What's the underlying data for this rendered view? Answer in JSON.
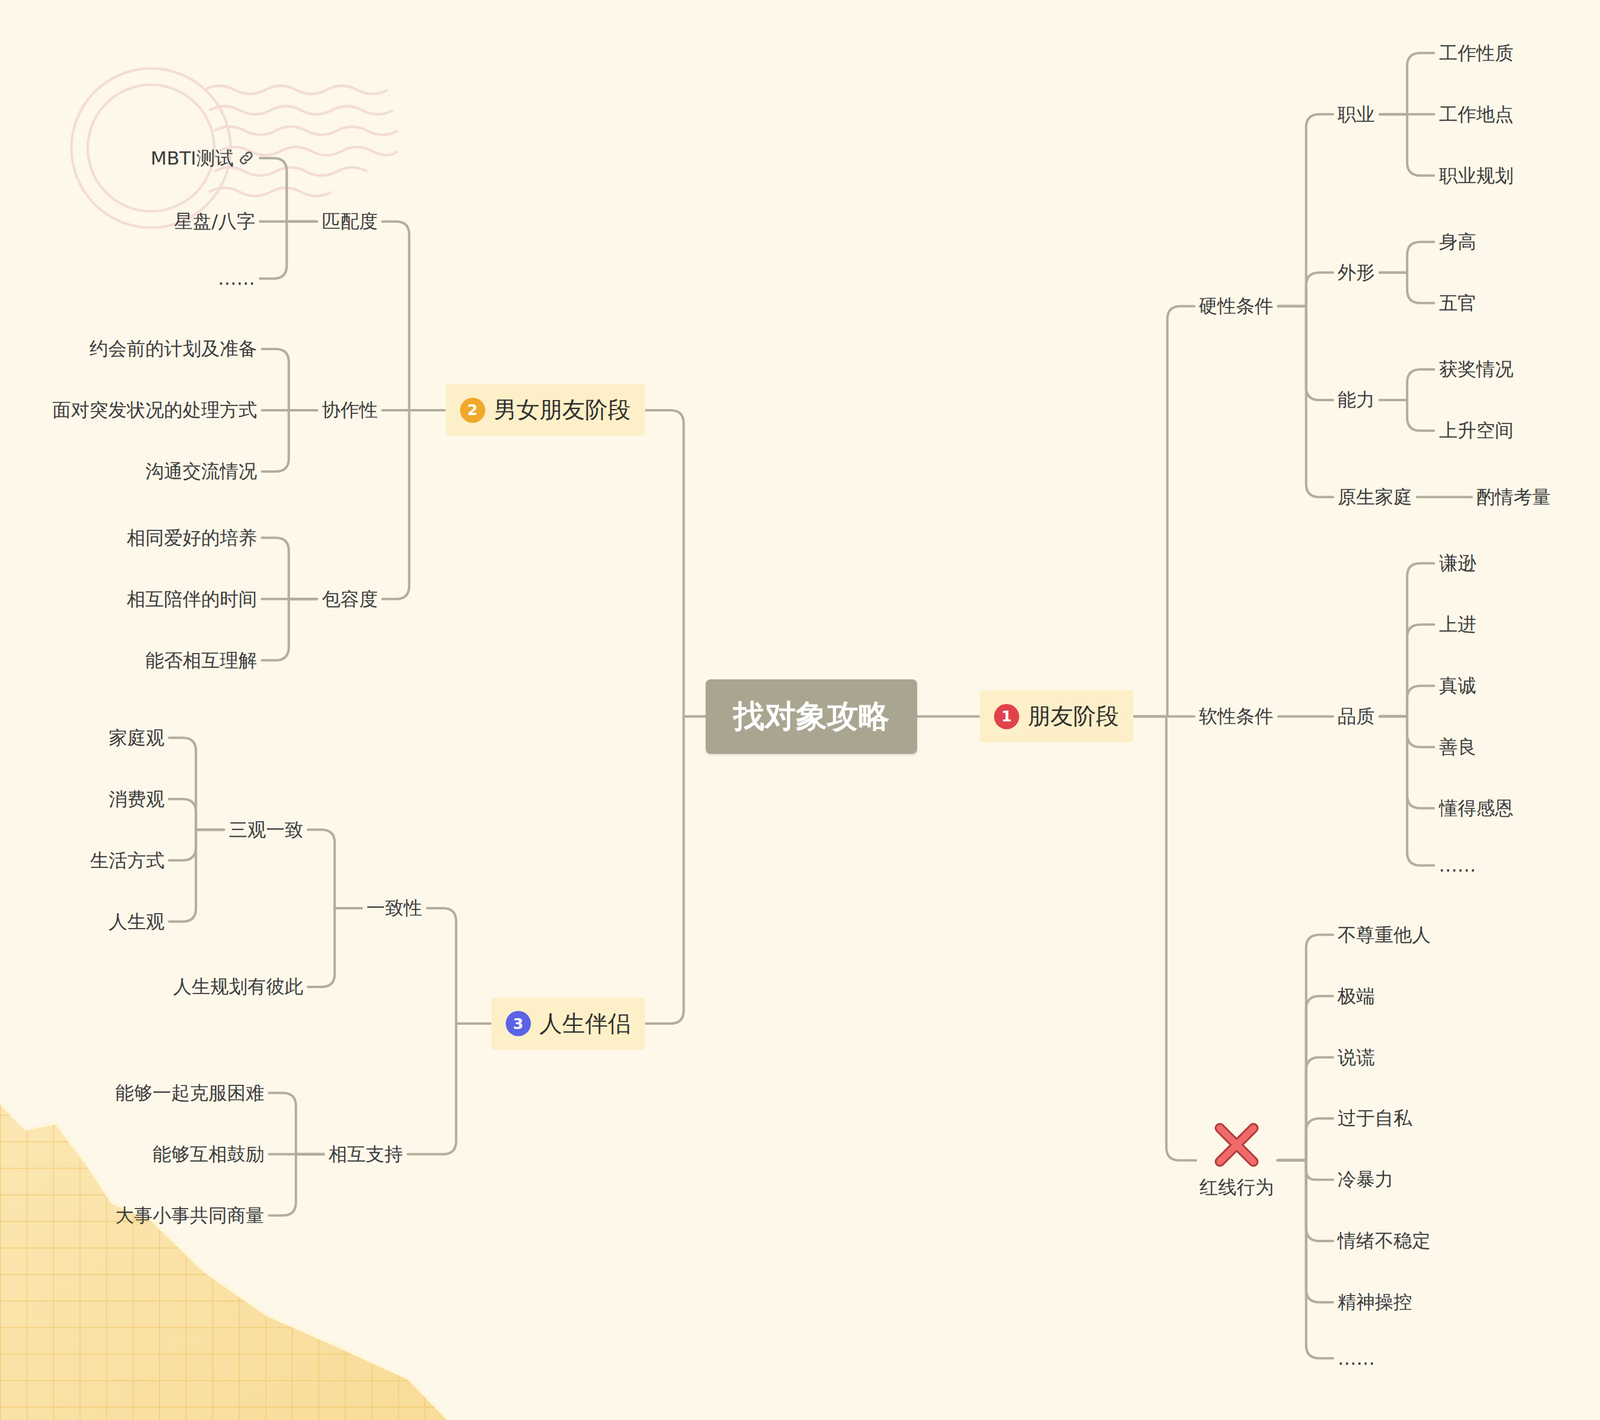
{
  "diagram": {
    "title": "找对象攻略",
    "nodes": [
      {
        "text": [
          "找对象攻略"
        ]
      },
      {
        "text": [
          "1",
          "朋友阶段"
        ]
      },
      {
        "text": [
          "硬性条件"
        ]
      },
      {
        "text": [
          "职业"
        ]
      },
      {
        "text": [
          "工作性质"
        ]
      },
      {
        "text": [
          "工作地点"
        ]
      },
      {
        "text": [
          "职业规划"
        ]
      },
      {
        "text": [
          "外形"
        ]
      },
      {
        "text": [
          "身高"
        ]
      },
      {
        "text": [
          "五官"
        ]
      },
      {
        "text": [
          "能力"
        ]
      },
      {
        "text": [
          "获奖情况"
        ]
      },
      {
        "text": [
          "上升空间"
        ]
      },
      {
        "text": [
          "原生家庭"
        ]
      },
      {
        "text": [
          "酌情考量"
        ]
      },
      {
        "text": [
          "软性条件"
        ]
      },
      {
        "text": [
          "品质"
        ]
      },
      {
        "text": [
          "谦逊"
        ]
      },
      {
        "text": [
          "上进"
        ]
      },
      {
        "text": [
          "真诚"
        ]
      },
      {
        "text": [
          "善良"
        ]
      },
      {
        "text": [
          "懂得感恩"
        ]
      },
      {
        "text": [
          "……"
        ]
      },
      {
        "text": [
          "红线行为"
        ]
      },
      {
        "text": [
          "不尊重他人"
        ]
      },
      {
        "text": [
          "极端"
        ]
      },
      {
        "text": [
          "说谎"
        ]
      },
      {
        "text": [
          "过于自私"
        ]
      },
      {
        "text": [
          "冷暴力"
        ]
      },
      {
        "text": [
          "情绪不稳定"
        ]
      },
      {
        "text": [
          "精神操控"
        ]
      },
      {
        "text": [
          "……"
        ]
      },
      {
        "text": [
          "2",
          "男女朋友阶段"
        ]
      },
      {
        "text": [
          "匹配度"
        ]
      },
      {
        "text": [
          "MBTI测试"
        ]
      },
      {
        "text": [
          "星盘/八字"
        ]
      },
      {
        "text": [
          "……"
        ]
      },
      {
        "text": [
          "协作性"
        ]
      },
      {
        "text": [
          "约会前的计划及准备"
        ]
      },
      {
        "text": [
          "面对突发状况的处理方式"
        ]
      },
      {
        "text": [
          "沟通交流情况"
        ]
      },
      {
        "text": [
          "包容度"
        ]
      },
      {
        "text": [
          "相同爱好的培养"
        ]
      },
      {
        "text": [
          "相互陪伴的时间"
        ]
      },
      {
        "text": [
          "能否相互理解"
        ]
      },
      {
        "text": [
          "3",
          "人生伴侣"
        ]
      },
      {
        "text": [
          "一致性"
        ]
      },
      {
        "text": [
          "三观一致"
        ]
      },
      {
        "text": [
          "家庭观"
        ]
      },
      {
        "text": [
          "消费观"
        ]
      },
      {
        "text": [
          "生活方式"
        ]
      },
      {
        "text": [
          "人生观"
        ]
      },
      {
        "text": [
          "人生规划有彼此"
        ]
      },
      {
        "text": [
          "相互支持"
        ]
      },
      {
        "text": [
          "能够一起克服困难"
        ]
      },
      {
        "text": [
          "能够互相鼓励"
        ]
      },
      {
        "text": [
          "大事小事共同商量"
        ]
      }
    ],
    "edges": [
      {
        "from": 0,
        "to": 1,
        "arrow": "none"
      },
      {
        "from": 1,
        "to": 2,
        "arrow": "none"
      },
      {
        "from": 2,
        "to": 3,
        "arrow": "none"
      },
      {
        "from": 3,
        "to": 4,
        "arrow": "none"
      },
      {
        "from": 3,
        "to": 5,
        "arrow": "none"
      },
      {
        "from": 3,
        "to": 6,
        "arrow": "none"
      },
      {
        "from": 2,
        "to": 7,
        "arrow": "none"
      },
      {
        "from": 7,
        "to": 8,
        "arrow": "none"
      },
      {
        "from": 7,
        "to": 9,
        "arrow": "none"
      },
      {
        "from": 2,
        "to": 10,
        "arrow": "none"
      },
      {
        "from": 10,
        "to": 11,
        "arrow": "none"
      },
      {
        "from": 10,
        "to": 12,
        "arrow": "none"
      },
      {
        "from": 2,
        "to": 13,
        "arrow": "none"
      },
      {
        "from": 13,
        "to": 14,
        "arrow": "none"
      },
      {
        "from": 1,
        "to": 15,
        "arrow": "none"
      },
      {
        "from": 15,
        "to": 16,
        "arrow": "none"
      },
      {
        "from": 16,
        "to": 17,
        "arrow": "none"
      },
      {
        "from": 16,
        "to": 18,
        "arrow": "none"
      },
      {
        "from": 16,
        "to": 19,
        "arrow": "none"
      },
      {
        "from": 16,
        "to": 20,
        "arrow": "none"
      },
      {
        "from": 16,
        "to": 21,
        "arrow": "none"
      },
      {
        "from": 16,
        "to": 22,
        "arrow": "none"
      },
      {
        "from": 1,
        "to": 23,
        "arrow": "none"
      },
      {
        "from": 23,
        "to": 24,
        "arrow": "none"
      },
      {
        "from": 23,
        "to": 25,
        "arrow": "none"
      },
      {
        "from": 23,
        "to": 26,
        "arrow": "none"
      },
      {
        "from": 23,
        "to": 27,
        "arrow": "none"
      },
      {
        "from": 23,
        "to": 28,
        "arrow": "none"
      },
      {
        "from": 23,
        "to": 29,
        "arrow": "none"
      },
      {
        "from": 23,
        "to": 30,
        "arrow": "none"
      },
      {
        "from": 23,
        "to": 31,
        "arrow": "none"
      },
      {
        "from": 0,
        "to": 32,
        "arrow": "none"
      },
      {
        "from": 32,
        "to": 33,
        "arrow": "none"
      },
      {
        "from": 33,
        "to": 34,
        "arrow": "none"
      },
      {
        "from": 33,
        "to": 35,
        "arrow": "none"
      },
      {
        "from": 33,
        "to": 36,
        "arrow": "none"
      },
      {
        "from": 32,
        "to": 37,
        "arrow": "none"
      },
      {
        "from": 37,
        "to": 38,
        "arrow": "none"
      },
      {
        "from": 37,
        "to": 39,
        "arrow": "none"
      },
      {
        "from": 37,
        "to": 40,
        "arrow": "none"
      },
      {
        "from": 32,
        "to": 41,
        "arrow": "none"
      },
      {
        "from": 41,
        "to": 42,
        "arrow": "none"
      },
      {
        "from": 41,
        "to": 43,
        "arrow": "none"
      },
      {
        "from": 41,
        "to": 44,
        "arrow": "none"
      },
      {
        "from": 0,
        "to": 45,
        "arrow": "none"
      },
      {
        "from": 45,
        "to": 46,
        "arrow": "none"
      },
      {
        "from": 46,
        "to": 47,
        "arrow": "none"
      },
      {
        "from": 47,
        "to": 48,
        "arrow": "none"
      },
      {
        "from": 47,
        "to": 49,
        "arrow": "none"
      },
      {
        "from": 47,
        "to": 50,
        "arrow": "none"
      },
      {
        "from": 47,
        "to": 51,
        "arrow": "none"
      },
      {
        "from": 46,
        "to": 52,
        "arrow": "none"
      },
      {
        "from": 45,
        "to": 53,
        "arrow": "none"
      },
      {
        "from": 53,
        "to": 54,
        "arrow": "none"
      },
      {
        "from": 53,
        "to": 55,
        "arrow": "none"
      },
      {
        "from": 53,
        "to": 56,
        "arrow": "none"
      }
    ]
  }
}
